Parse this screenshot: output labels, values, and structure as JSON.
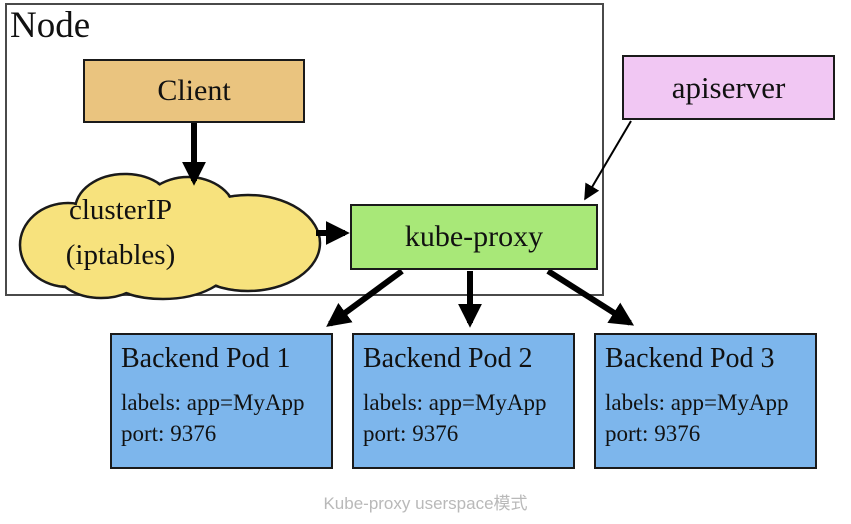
{
  "diagram": {
    "node": {
      "label": "Node"
    },
    "client": {
      "label": "Client"
    },
    "cluster_ip": {
      "line1": "clusterIP",
      "line2": "(iptables)"
    },
    "kube_proxy": {
      "label": "kube-proxy"
    },
    "apiserver": {
      "label": "apiserver"
    },
    "pods": [
      {
        "title": "Backend Pod 1",
        "labels_line": "labels: app=MyApp",
        "port_line": "port: 9376"
      },
      {
        "title": "Backend Pod 2",
        "labels_line": "labels: app=MyApp",
        "port_line": "port: 9376"
      },
      {
        "title": "Backend Pod 3",
        "labels_line": "labels: app=MyApp",
        "port_line": "port: 9376"
      }
    ],
    "caption": "Kube-proxy userspace模式",
    "colors": {
      "client_fill": "#eac47f",
      "cloud_fill": "#f7e27d",
      "kube_proxy_fill": "#a8e878",
      "apiserver_fill": "#f1c7f3",
      "pod_fill": "#7db6ec",
      "border": "#1a1a1a",
      "node_border": "#4a4a4a",
      "arrow": "#000000",
      "caption_text": "#b9b9b9"
    }
  }
}
